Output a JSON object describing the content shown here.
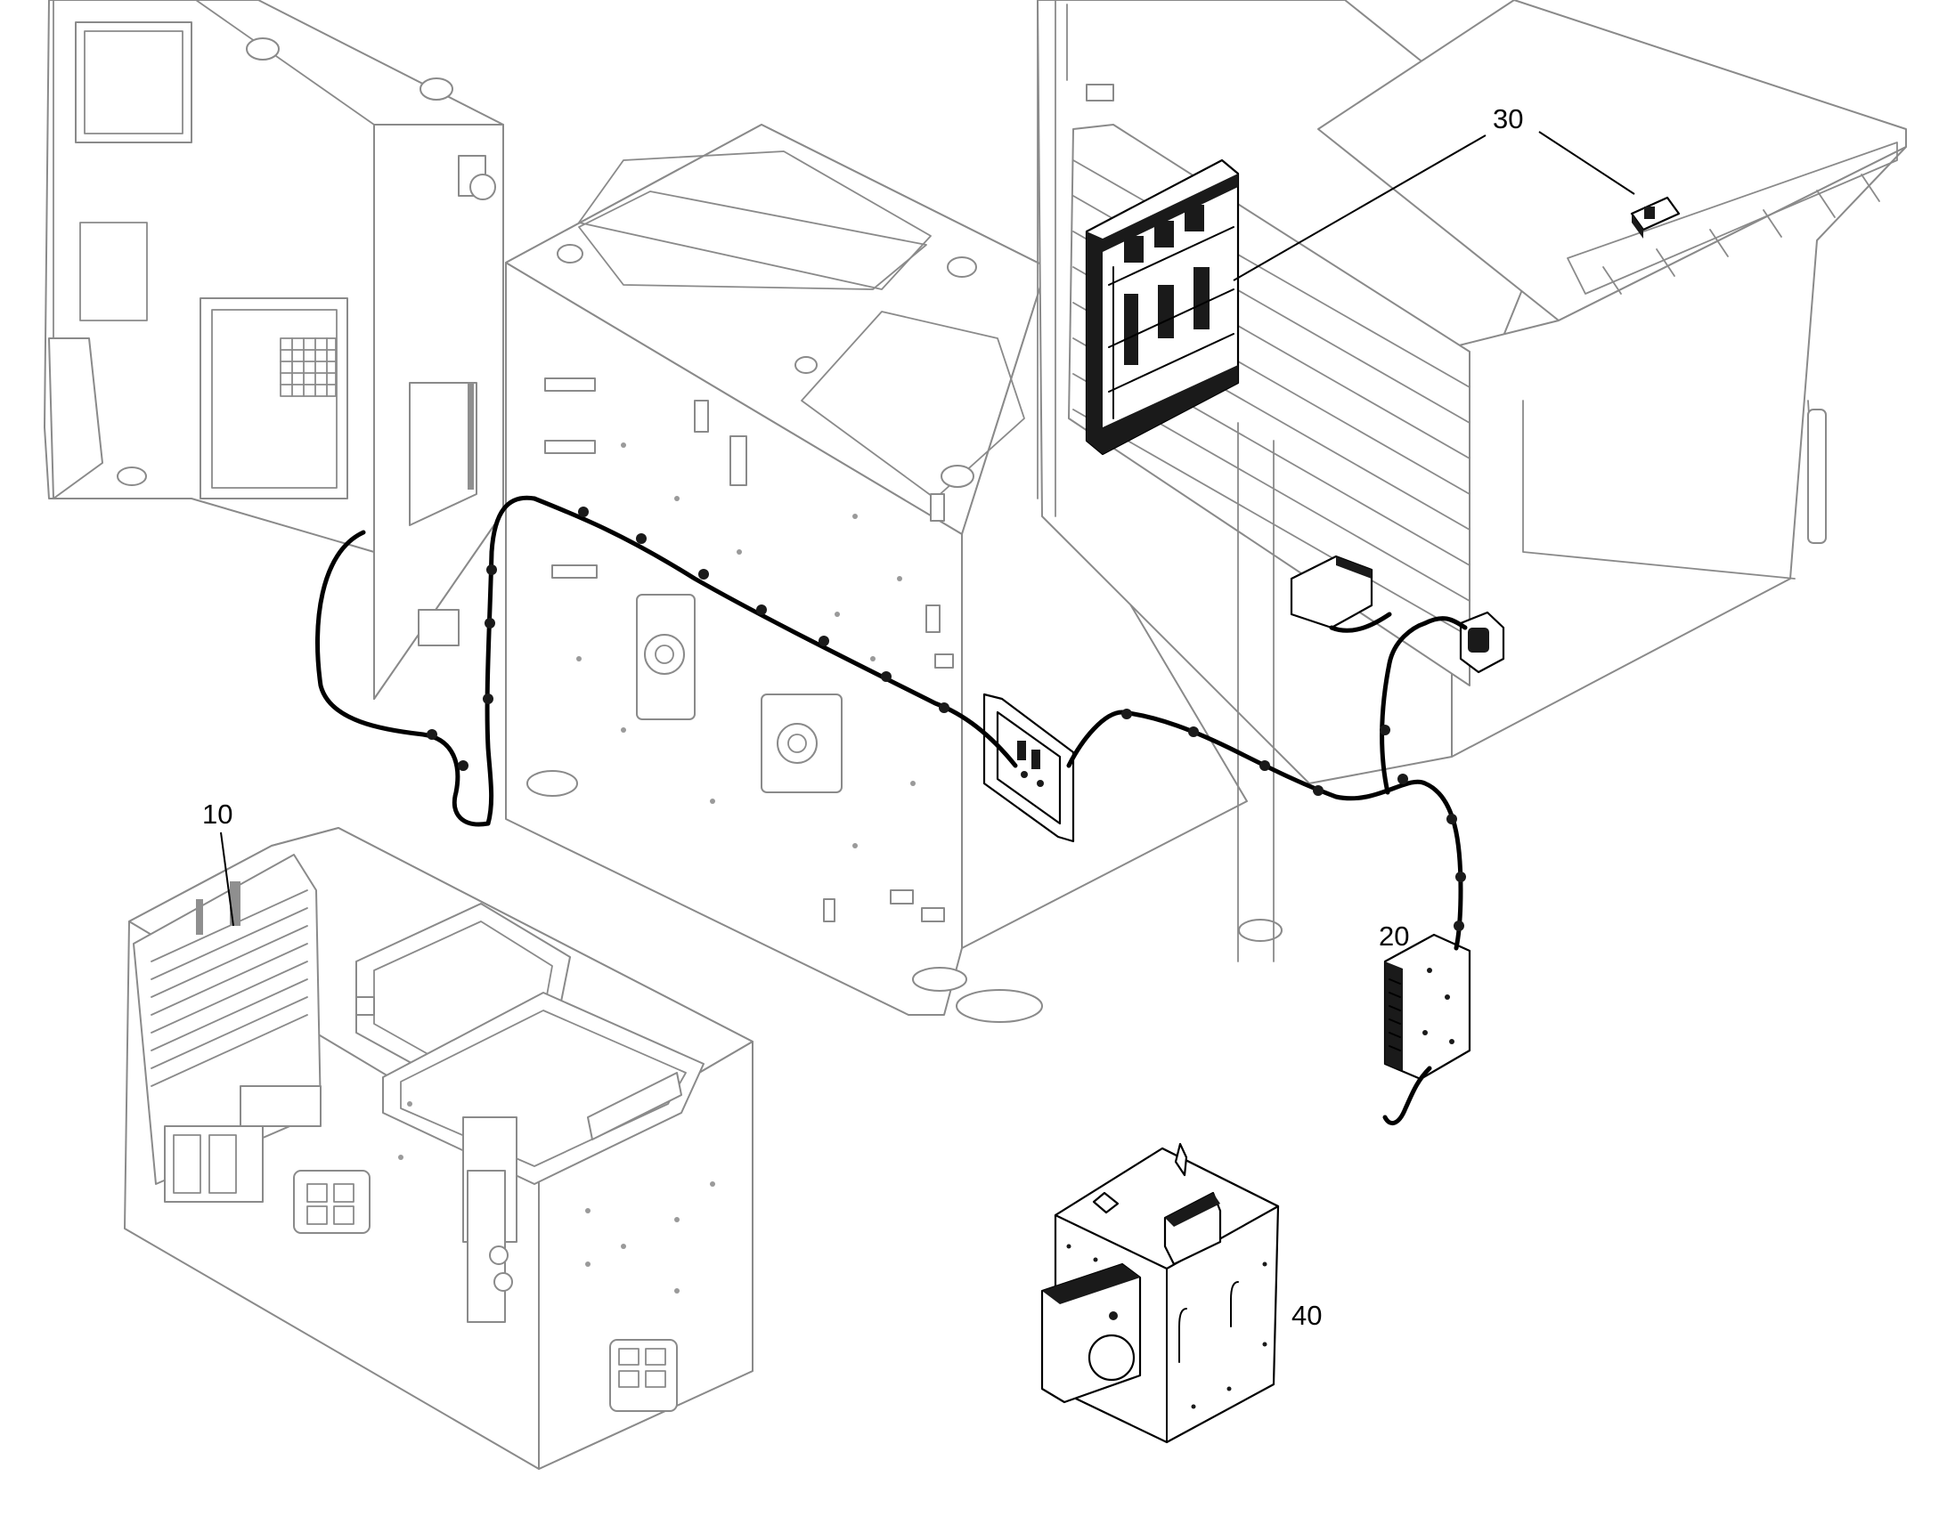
{
  "callouts": [
    {
      "id": "10",
      "label": "10"
    },
    {
      "id": "20",
      "label": "20"
    },
    {
      "id": "30",
      "label": "30"
    },
    {
      "id": "40",
      "label": "40"
    }
  ],
  "colors": {
    "ghost_line": "#8a8a8a",
    "highlight_line": "#000000",
    "background": "#ffffff"
  }
}
